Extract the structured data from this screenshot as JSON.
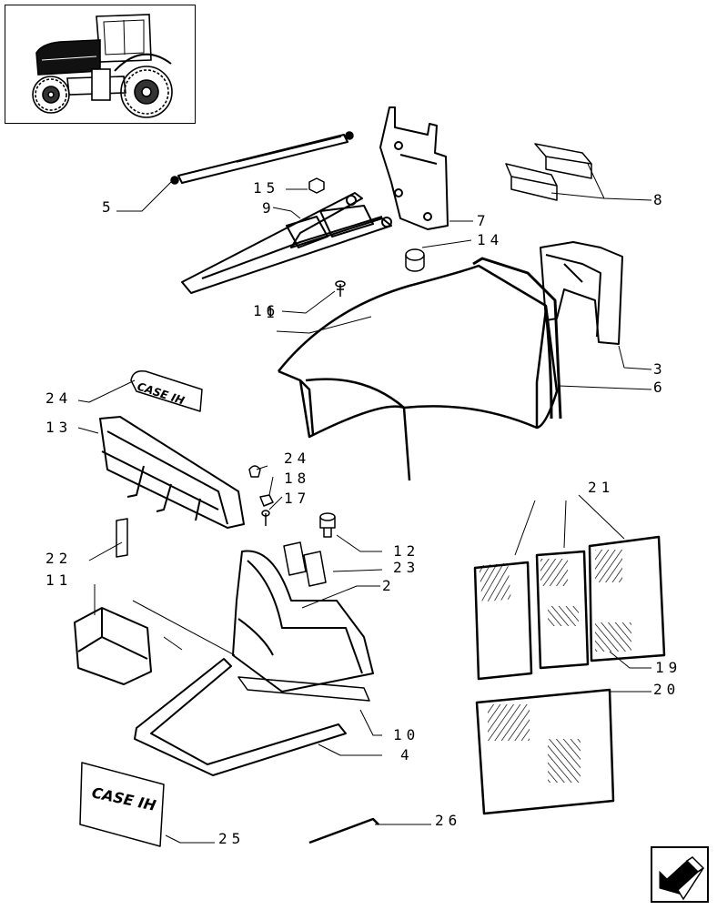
{
  "diagram": {
    "callouts": [
      {
        "id": "c1",
        "text": "1"
      },
      {
        "id": "c2",
        "text": "2"
      },
      {
        "id": "c3",
        "text": "3"
      },
      {
        "id": "c4",
        "text": "4"
      },
      {
        "id": "c5",
        "text": "5"
      },
      {
        "id": "c6",
        "text": "6"
      },
      {
        "id": "c7",
        "text": "7"
      },
      {
        "id": "c8",
        "text": "8"
      },
      {
        "id": "c9",
        "text": "9"
      },
      {
        "id": "c10",
        "text": "10"
      },
      {
        "id": "c11",
        "text": "11"
      },
      {
        "id": "c12",
        "text": "12"
      },
      {
        "id": "c13",
        "text": "13"
      },
      {
        "id": "c14",
        "text": "14"
      },
      {
        "id": "c15",
        "text": "15"
      },
      {
        "id": "c16",
        "text": "16"
      },
      {
        "id": "c17",
        "text": "17"
      },
      {
        "id": "c18",
        "text": "18"
      },
      {
        "id": "c19",
        "text": "19"
      },
      {
        "id": "c20",
        "text": "20"
      },
      {
        "id": "c21",
        "text": "21"
      },
      {
        "id": "c22",
        "text": "22"
      },
      {
        "id": "c23",
        "text": "23"
      },
      {
        "id": "c24a",
        "text": "24"
      },
      {
        "id": "c24b",
        "text": "24"
      },
      {
        "id": "c25",
        "text": "25"
      },
      {
        "id": "c26",
        "text": "26"
      }
    ],
    "decal_text": "CASE IH"
  },
  "navigation": {
    "icon": "back-arrow-icon"
  },
  "colors": {
    "line": "#000000",
    "background": "#ffffff"
  }
}
